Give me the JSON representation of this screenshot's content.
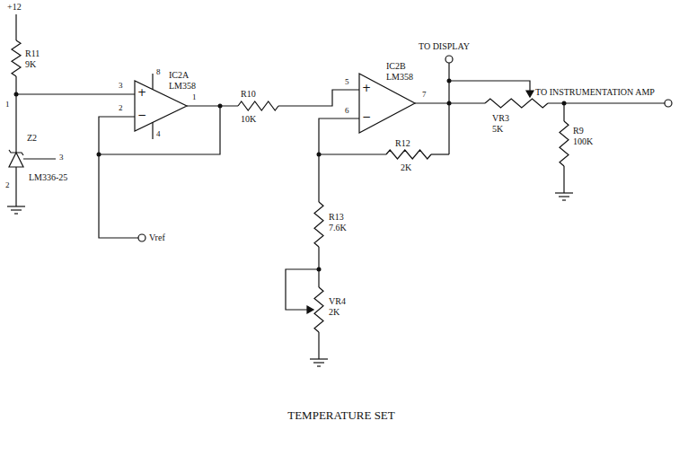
{
  "diagram": {
    "title": "TEMPERATURE SET",
    "labels": [
      "+12",
      "R11",
      "9K",
      "1",
      "Z2",
      "3",
      "2",
      "LM336-25",
      "3",
      "2",
      "+",
      "−",
      "8",
      "IC2A",
      "LM358",
      "1",
      "4",
      "Vref",
      "R10",
      "10K",
      "TO DISPLAY",
      "5",
      "+",
      "−",
      "IC2B",
      "LM358",
      "6",
      "7",
      "VR3",
      "5K",
      "TO INSTRUMENTATION AMP",
      "R9",
      "100K",
      "R12",
      "2K",
      "R13",
      "7.6K",
      "VR4",
      "2K"
    ]
  }
}
